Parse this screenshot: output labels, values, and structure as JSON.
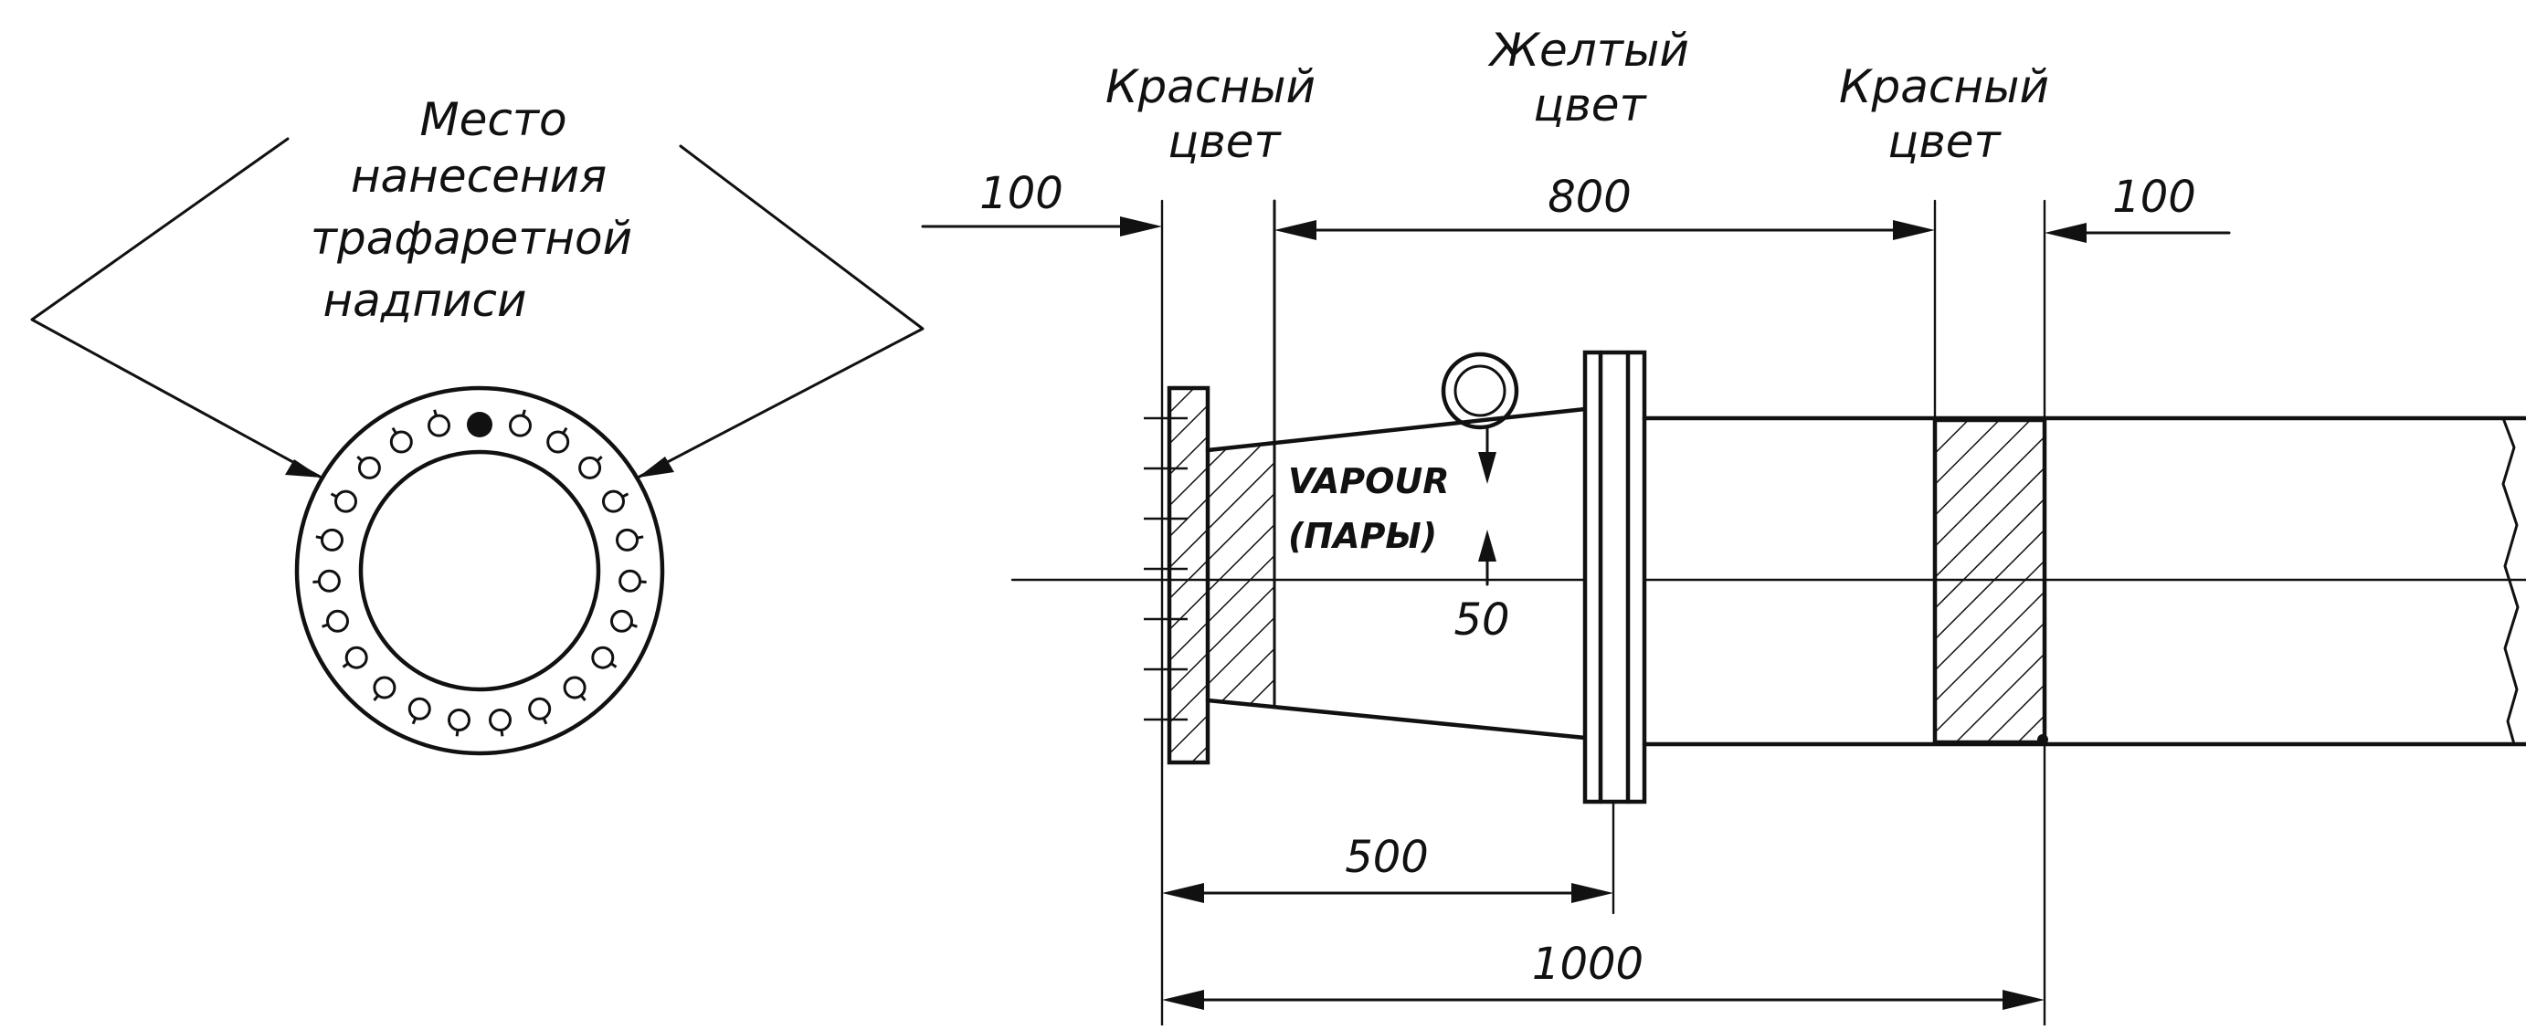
{
  "labels": {
    "stencil_place": [
      "Место",
      "нанесения",
      "трафаретной",
      "надписи"
    ],
    "red_left": [
      "Красный",
      "цвет"
    ],
    "yellow": [
      "Желтый",
      "цвет"
    ],
    "red_right": [
      "Красный",
      "цвет"
    ],
    "marking": [
      "VAPOUR",
      "(ПАРЫ)"
    ]
  },
  "dimensions": {
    "left_red_band": "100",
    "yellow_zone": "800",
    "right_red_band": "100",
    "letter_height": "50",
    "to_flange": "500",
    "overall": "1000"
  }
}
